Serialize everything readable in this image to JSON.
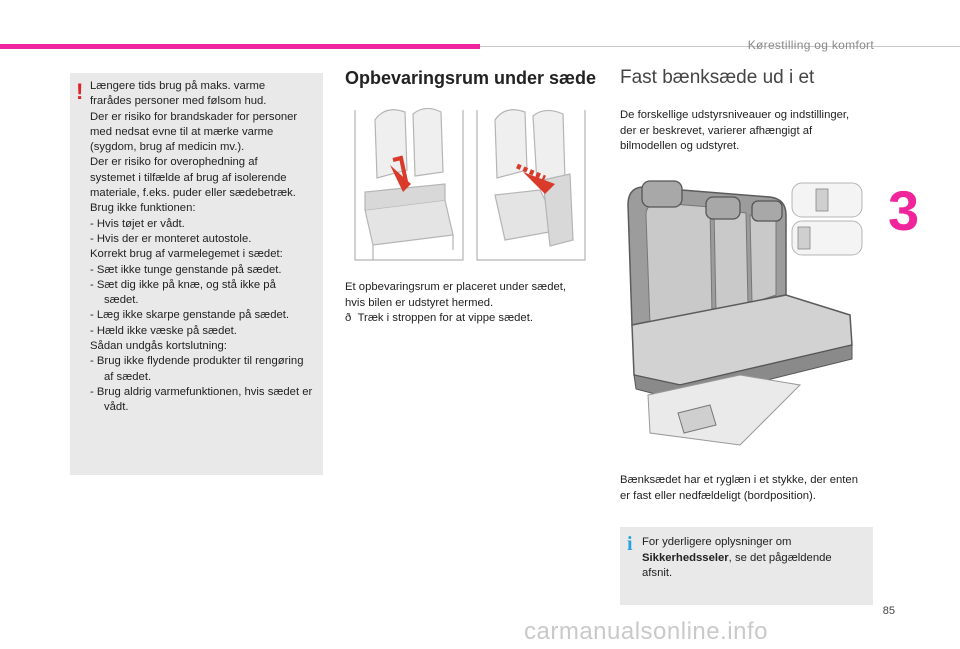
{
  "header": {
    "section_title": "Kørestilling og komfort",
    "chapter_number": "3",
    "accent_color": "#f0259b"
  },
  "warning": {
    "icon": "exclamation-icon",
    "icon_color": "#e3202a",
    "lines": [
      "Længere tids brug på maks. varme",
      "frarådes personer med følsom hud.",
      "Der er risiko for brandskader for personer",
      "med nedsat evne til at mærke varme",
      "(sygdom, brug af medicin mv.).",
      "Der er risiko for overophedning af",
      "systemet i tilfælde af brug af isolerende",
      "materiale, f.eks. puder eller sædebetræk.",
      "Brug ikke funktionen:",
      "-   Hvis tøjet er vådt.",
      "-   Hvis der er monteret autostole.",
      "Korrekt brug af varmelegemet i sædet:",
      "-   Sæt ikke tunge genstande på sædet.",
      "-   Sæt dig ikke på knæ, og stå ikke på sædet.",
      "-   Læg ikke skarpe genstande på sædet.",
      "-   Hæld ikke væske på sædet.",
      "Sådan undgås kortslutning:",
      "-   Brug ikke flydende produkter til rengøring af sædet.",
      "-   Brug aldrig varmefunktionen, hvis sædet er vådt."
    ]
  },
  "storage": {
    "heading": "Opbevaringsrum under sæde",
    "text_line1": "Et opbevaringsrum er placeret under sædet,",
    "text_line2": "hvis bilen er udstyret hermed.",
    "step": "Træk i stroppen for at vippe sædet.",
    "step_icon": "arrow-right-icon"
  },
  "bench": {
    "heading": "Fast bænksæde ud i et",
    "intro_line1": "De forskellige udstyrsniveauer og indstillinger,",
    "intro_line2": "der er beskrevet, varierer afhængigt af",
    "intro_line3": "bilmodellen og udstyret.",
    "desc_line1": "Bænksædet har et ryglæn i et stykke, der enten",
    "desc_line2": "er fast eller nedfældeligt (bordposition)."
  },
  "info": {
    "icon": "info-icon",
    "icon_color": "#29a3e0",
    "prefix": "For yderligere oplysninger om",
    "bold_term": "Sikkerhedsseler",
    "suffix": ", se det pågældende",
    "suffix2": "afsnit."
  },
  "footer": {
    "page_number": "85",
    "watermark": "carmanualsonline.info"
  }
}
